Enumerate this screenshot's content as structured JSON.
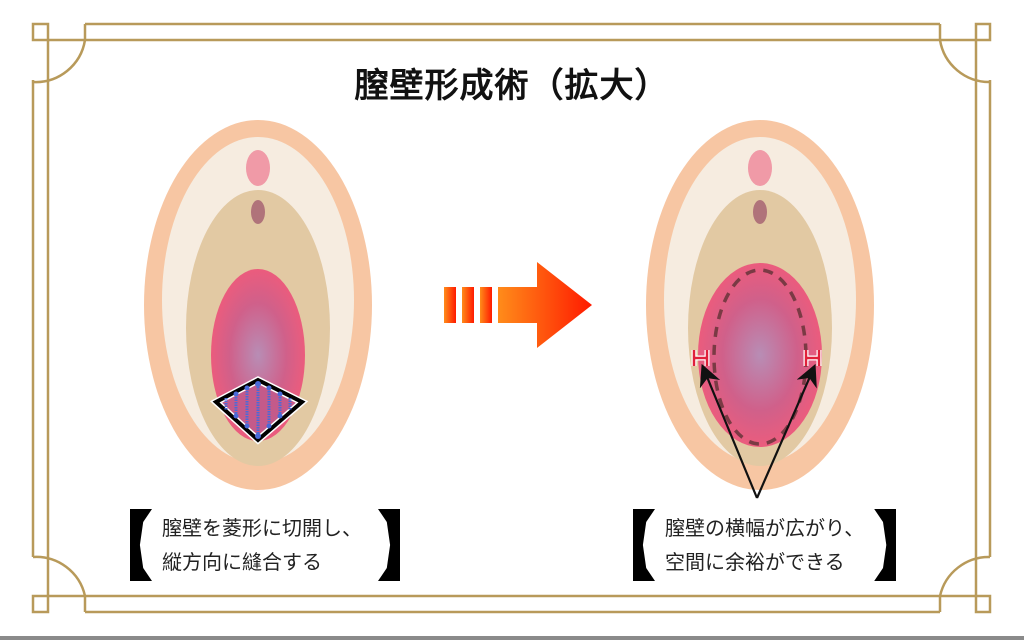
{
  "title": "膣壁形成術（拡大）",
  "colors": {
    "frame_gold": "#b89a5a",
    "outer_ring": "#f7c6a3",
    "inner_cream": "#f6ece0",
    "tan": "#e2c9a3",
    "upper_spot": "#f09aa7",
    "lower_spot": "#b0737a",
    "mucosa_edge": "#ee5a7a",
    "mucosa_center": "#b88db5",
    "arrow_start": "#ff8c1a",
    "arrow_end": "#ff1a00",
    "incision_fill": "#4a6ad8",
    "marker_red": "#e0203a"
  },
  "left_panel": {
    "label": "before",
    "caption_line1": "膣壁を菱形に切開し、",
    "caption_line2": "縦方向に縫合する"
  },
  "arrow": {
    "direction": "right"
  },
  "right_panel": {
    "label": "after",
    "caption_line1": "膣壁の横幅が広がり、",
    "caption_line2": "空間に余裕ができる"
  }
}
